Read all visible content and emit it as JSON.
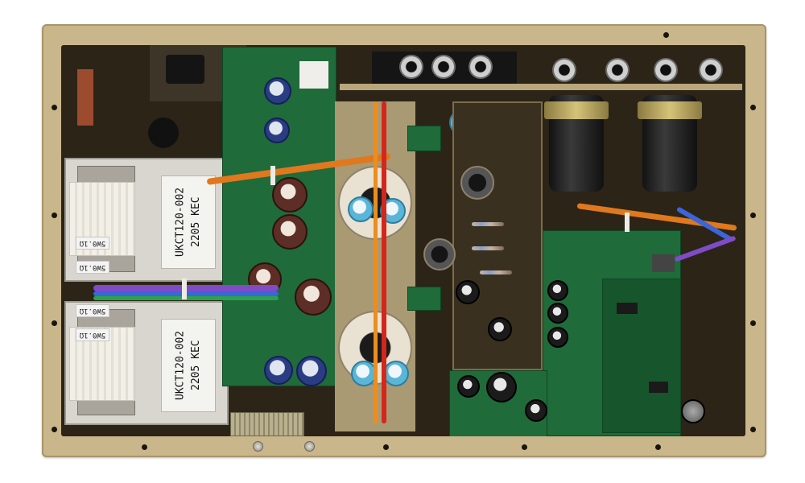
{
  "transformers": [
    {
      "model": "UKCT120-002",
      "date_code": "2205",
      "maker": "KEC"
    },
    {
      "model": "UKCT120-002",
      "date_code": "2205",
      "maker": "KEC"
    }
  ],
  "resistor_tags": [
    "5W0.1Ω",
    "5W0.1Ω",
    "5W0.1Ω",
    "5W0.1Ω"
  ],
  "colors": {
    "chassis": "#c9b68a",
    "pcb": "#1f6b3a",
    "cavity": "#2b2417"
  }
}
